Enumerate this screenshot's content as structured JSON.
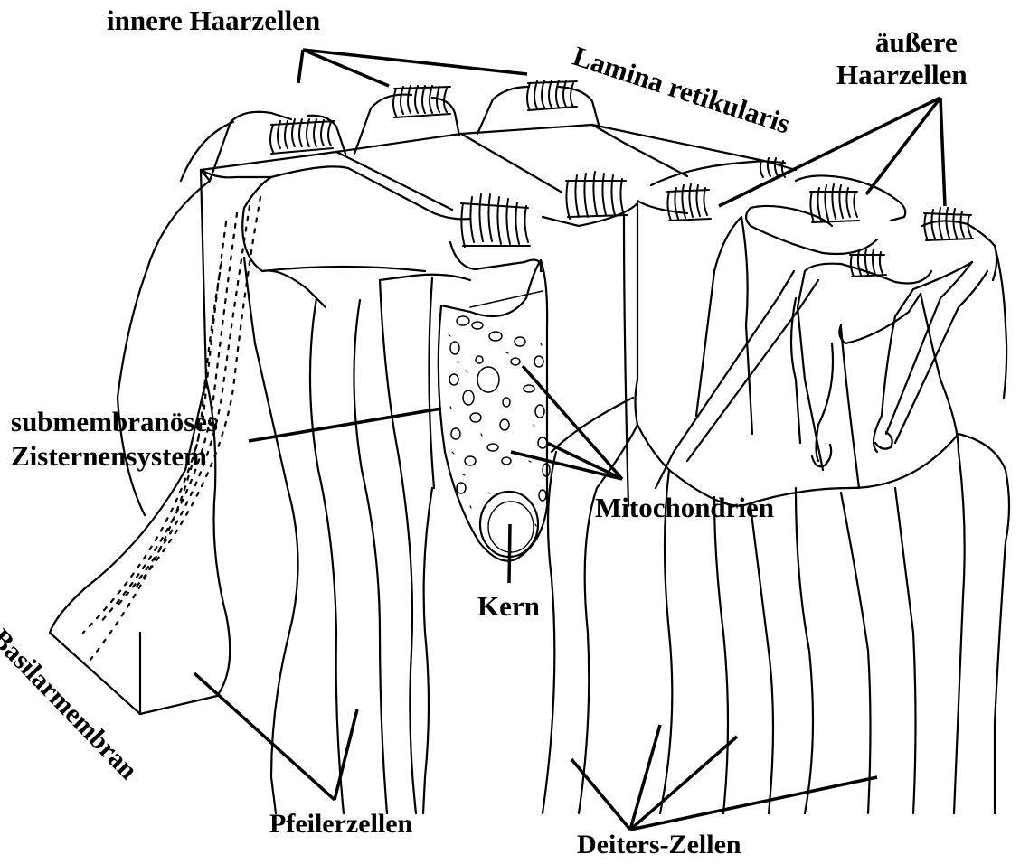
{
  "diagram": {
    "labels": {
      "inner_hair_cells": "innere Haarzellen",
      "lamina": "Lamina retikularis",
      "outer_hair_cells_1": "äußere",
      "outer_hair_cells_2": "Haarzellen",
      "submembranous_1": "submembranöses",
      "submembranous_2": "Zisternensystem",
      "mitochondria": "Mitochondrien",
      "nucleus": "Kern",
      "basilar_membrane": "Basilarmembran",
      "pillar_cells": "Pfeilerzellen",
      "deiters_cells": "Deiters-Zellen"
    },
    "colors": {
      "ink": "#000000",
      "background": "#ffffff"
    }
  }
}
